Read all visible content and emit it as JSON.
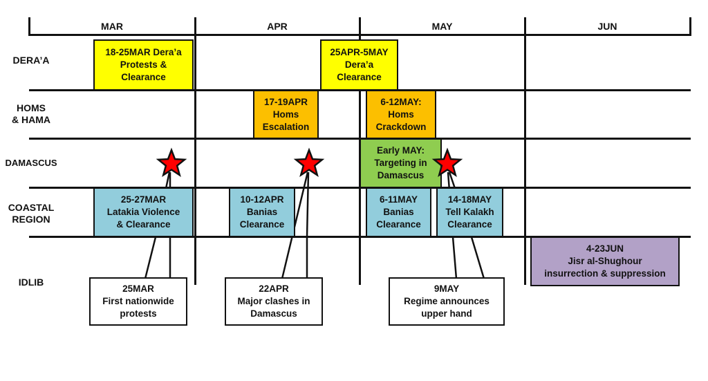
{
  "title": "Syria uprising timeline, March–June",
  "months": [
    "MAR",
    "APR",
    "MAY",
    "JUN"
  ],
  "rows": [
    {
      "id": "deraa",
      "label": [
        "DERA’A"
      ]
    },
    {
      "id": "homs",
      "label": [
        "HOMS",
        "& HAMA"
      ]
    },
    {
      "id": "damascus",
      "label": [
        "DAMASCUS"
      ]
    },
    {
      "id": "coastal",
      "label": [
        "COASTAL",
        "REGION"
      ]
    },
    {
      "id": "idlib",
      "label": [
        "IDLIB"
      ]
    }
  ],
  "colors": {
    "deraa": "#ffff00",
    "homs": "#fcbf00",
    "damascus": "#8fcd50",
    "coastal": "#92cddc",
    "idlib": "#b2a1c7",
    "star": "#ff0000",
    "line": "#111111"
  },
  "events": [
    {
      "row": "deraa",
      "lines": [
        "18-25MAR Dera’a",
        "Protests &",
        "Clearance"
      ]
    },
    {
      "row": "deraa",
      "lines": [
        "25APR-5MAY",
        "Dera’a",
        "Clearance"
      ]
    },
    {
      "row": "homs",
      "lines": [
        "17-19APR",
        "Homs",
        "Escalation"
      ]
    },
    {
      "row": "homs",
      "lines": [
        "6-12MAY:",
        "Homs",
        "Crackdown"
      ]
    },
    {
      "row": "damascus",
      "lines": [
        "Early MAY:",
        "Targeting in",
        "Damascus"
      ]
    },
    {
      "row": "coastal",
      "lines": [
        "25-27MAR",
        "Latakia Violence",
        "& Clearance"
      ]
    },
    {
      "row": "coastal",
      "lines": [
        "10-12APR",
        "Banias",
        "Clearance"
      ]
    },
    {
      "row": "coastal",
      "lines": [
        "6-11MAY",
        "Banias",
        "Clearance"
      ]
    },
    {
      "row": "coastal",
      "lines": [
        "14-18MAY",
        "Tell Kalakh",
        "Clearance"
      ]
    },
    {
      "row": "idlib",
      "lines": [
        "4-23JUN",
        "Jisr al-Shughour",
        "insurrection & suppression"
      ]
    }
  ],
  "milestones": [
    {
      "lines": [
        "25MAR",
        "First nationwide",
        "protests"
      ],
      "marker": "star"
    },
    {
      "lines": [
        "22APR",
        "Major clashes in",
        "Damascus"
      ],
      "marker": "star"
    },
    {
      "lines": [
        "9MAY",
        "Regime announces",
        "upper hand"
      ],
      "marker": "star"
    }
  ]
}
